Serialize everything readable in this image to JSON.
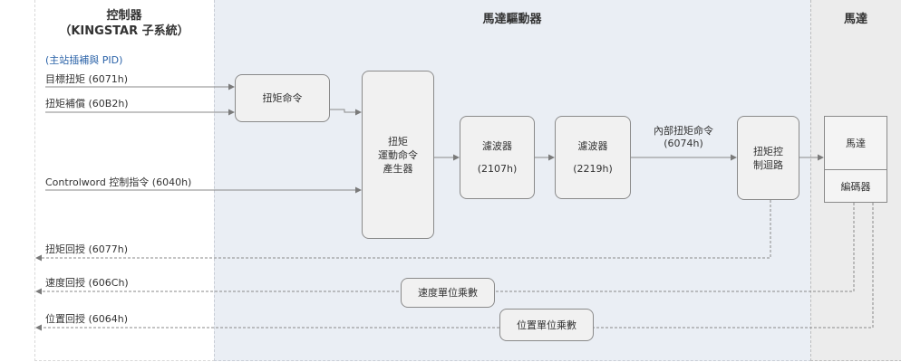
{
  "headers": {
    "controller_line1": "控制器",
    "controller_line2": "（KINGSTAR 子系統）",
    "drive": "馬達驅動器",
    "motor": "馬達"
  },
  "inputs": {
    "note": "(主站插補與 PID)",
    "target_torque": "目標扭矩 (6071h)",
    "torque_offset": "扭矩補償 (60B2h)",
    "controlword": "Controlword 控制指令 (6040h)"
  },
  "feedback": {
    "torque": "扭矩回授 (6077h)",
    "velocity": "速度回授 (606Ch)",
    "position": "位置回授 (6064h)"
  },
  "blocks": {
    "torque_command": "扭矩命令",
    "generator_line1": "扭矩",
    "generator_line2": "運動命令",
    "generator_line3": "產生器",
    "filter1_name": "濾波器",
    "filter1_code": "(2107h)",
    "filter2_name": "濾波器",
    "filter2_code": "(2219h)",
    "internal_cmd_line1": "內部扭矩命令",
    "internal_cmd_line2": "(6074h)",
    "torque_ctrl_line1": "扭矩控",
    "torque_ctrl_line2": "制迴路",
    "motor": "馬達",
    "encoder": "編碼器",
    "velocity_factor": "速度單位乘數",
    "position_factor": "位置單位乘數"
  }
}
